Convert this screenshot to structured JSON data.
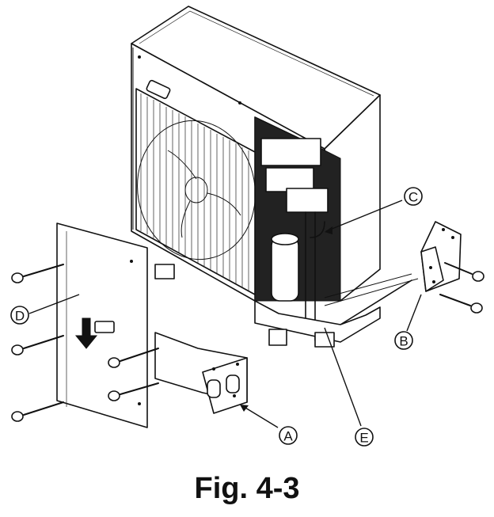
{
  "callouts": {
    "a": "A",
    "b": "B",
    "c": "C",
    "d": "D",
    "e": "E"
  },
  "figure": {
    "caption": "Fig. 4-3"
  }
}
